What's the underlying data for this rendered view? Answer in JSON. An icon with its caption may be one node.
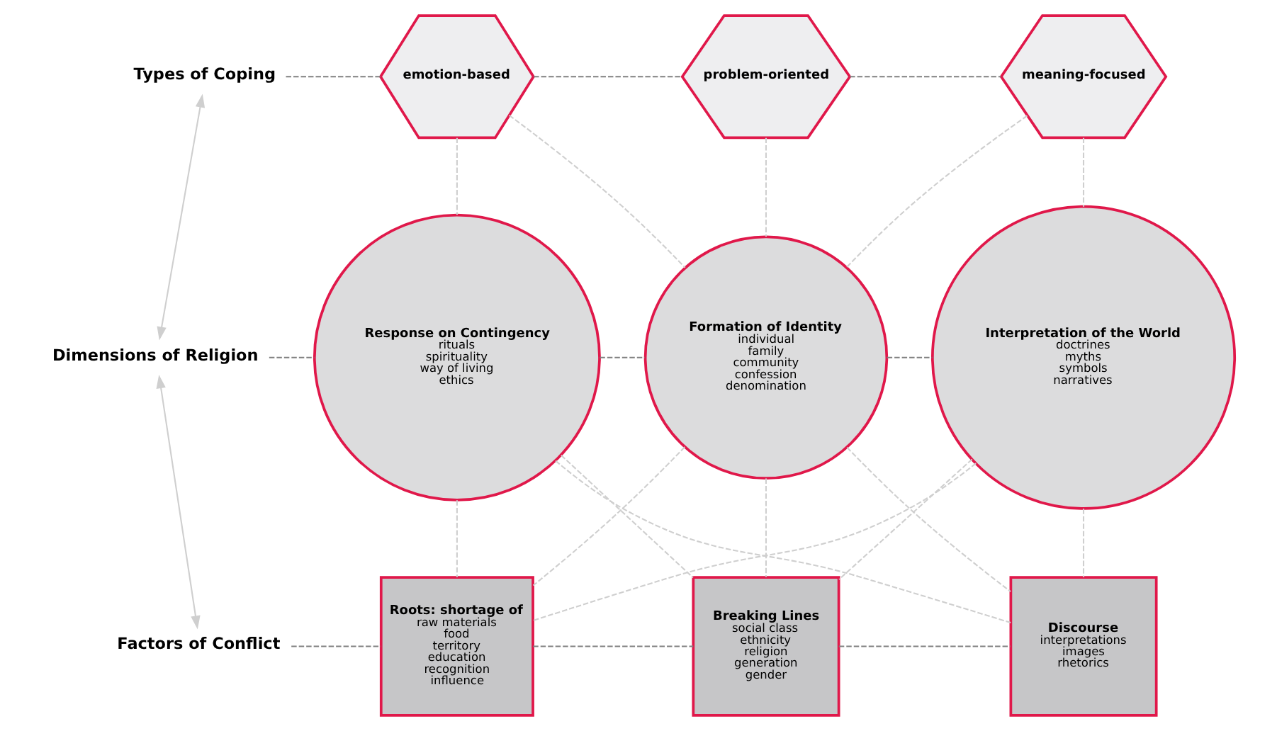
{
  "diagram": {
    "nodes": [
      {
        "text": [
          "Types of Coping"
        ]
      },
      {
        "text": [
          "Dimensions of Religion"
        ]
      },
      {
        "text": [
          "Factors of Conflict"
        ]
      },
      {
        "text": [
          "emotion-based"
        ]
      },
      {
        "text": [
          "problem-oriented"
        ]
      },
      {
        "text": [
          "meaning-focused"
        ]
      },
      {
        "text": [
          "Response on Contingency",
          "rituals",
          "spirituality",
          "way of living",
          "ethics"
        ]
      },
      {
        "text": [
          "Formation of Identity",
          "individual",
          "family",
          "community",
          "confession",
          "denomination"
        ]
      },
      {
        "text": [
          "Interpretation of the World",
          "doctrines",
          "myths",
          "symbols",
          "narratives"
        ]
      },
      {
        "text": [
          "Roots: shortage of",
          "raw materials",
          "food",
          "territory",
          "education",
          "recognition",
          "influence"
        ]
      },
      {
        "text": [
          "Breaking Lines",
          "social class",
          "ethnicity",
          "religion",
          "generation",
          "gender"
        ]
      },
      {
        "text": [
          "Discourse",
          "interpretations",
          "images",
          "rhetorics"
        ]
      }
    ],
    "edges": [
      {
        "from": 0,
        "to": 3,
        "arrow": "none",
        "style": "dashed",
        "color": "#808080"
      },
      {
        "from": 3,
        "to": 4,
        "arrow": "none",
        "style": "dashed",
        "color": "#808080"
      },
      {
        "from": 4,
        "to": 5,
        "arrow": "none",
        "style": "dashed",
        "color": "#808080"
      },
      {
        "from": 1,
        "to": 6,
        "arrow": "none",
        "style": "dashed",
        "color": "#808080"
      },
      {
        "from": 6,
        "to": 7,
        "arrow": "none",
        "style": "dashed",
        "color": "#808080"
      },
      {
        "from": 7,
        "to": 8,
        "arrow": "none",
        "style": "dashed",
        "color": "#808080"
      },
      {
        "from": 2,
        "to": 9,
        "arrow": "none",
        "style": "dashed",
        "color": "#808080"
      },
      {
        "from": 9,
        "to": 10,
        "arrow": "none",
        "style": "dashed",
        "color": "#808080"
      },
      {
        "from": 10,
        "to": 11,
        "arrow": "none",
        "style": "dashed",
        "color": "#808080"
      },
      {
        "from": 0,
        "to": 1,
        "arrow": "both"
      },
      {
        "from": 1,
        "to": 2,
        "arrow": "both"
      },
      {
        "from": 3,
        "to": 6,
        "arrow": "none",
        "style": "dashed"
      },
      {
        "from": 3,
        "to": 7,
        "arrow": "none",
        "style": "dashed"
      },
      {
        "from": 4,
        "to": 7,
        "arrow": "none",
        "style": "dashed"
      },
      {
        "from": 5,
        "to": 7,
        "arrow": "none",
        "style": "dashed"
      },
      {
        "from": 5,
        "to": 8,
        "arrow": "none",
        "style": "dashed"
      },
      {
        "from": 6,
        "to": 9,
        "arrow": "none",
        "style": "dashed"
      },
      {
        "from": 6,
        "to": 10,
        "arrow": "none",
        "style": "dashed"
      },
      {
        "from": 6,
        "to": 11,
        "arrow": "none",
        "style": "dashed"
      },
      {
        "from": 7,
        "to": 9,
        "arrow": "none",
        "style": "dashed"
      },
      {
        "from": 7,
        "to": 10,
        "arrow": "none",
        "style": "dashed"
      },
      {
        "from": 7,
        "to": 11,
        "arrow": "none",
        "style": "dashed"
      },
      {
        "from": 8,
        "to": 9,
        "arrow": "none",
        "style": "dashed"
      },
      {
        "from": 8,
        "to": 10,
        "arrow": "none",
        "style": "dashed"
      },
      {
        "from": 8,
        "to": 11,
        "arrow": "none",
        "style": "dashed"
      }
    ]
  }
}
